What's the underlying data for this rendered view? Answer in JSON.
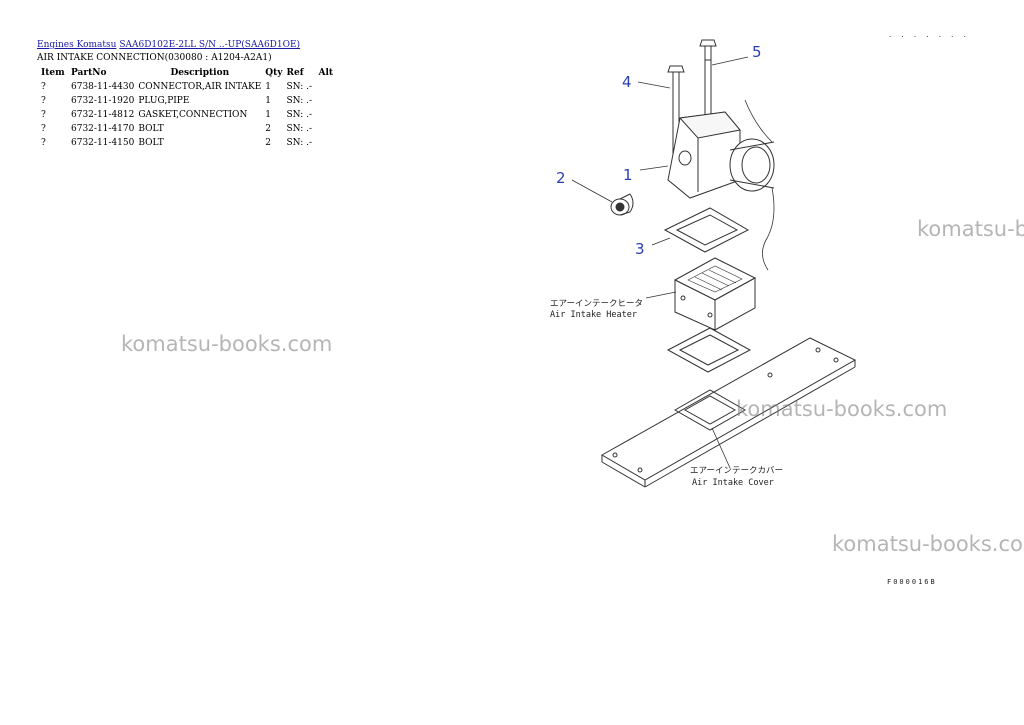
{
  "breadcrumb": {
    "link1": "Engines Komatsu",
    "link2": "SAA6D102E-2LL S/N ..-UP(SAA6D1OE)"
  },
  "subtitle": "AIR INTAKE CONNECTION(030080 : A1204-A2A1)",
  "table": {
    "headers": [
      "Item",
      "PartNo",
      "Description",
      "Qty",
      "Ref",
      "Alt"
    ],
    "rows": [
      [
        "?",
        "6738-11-4430",
        "CONNECTOR,AIR INTAKE",
        "1",
        "SN: .-",
        ""
      ],
      [
        "?",
        "6732-11-1920",
        "PLUG,PIPE",
        "1",
        "SN: .-",
        ""
      ],
      [
        "?",
        "6732-11-4812",
        "GASKET,CONNECTION",
        "1",
        "SN: .-",
        ""
      ],
      [
        "?",
        "6732-11-4170",
        "BOLT",
        "2",
        "SN: .-",
        ""
      ],
      [
        "?",
        "6732-11-4150",
        "BOLT",
        "2",
        "SN: .-",
        ""
      ]
    ]
  },
  "diagram": {
    "callouts": [
      "1",
      "2",
      "3",
      "4",
      "5"
    ],
    "heater_label_jp": "エアーインテークヒータ",
    "heater_label_en": "Air Intake Heater",
    "cover_label_jp": "エアーインテークカバー",
    "cover_label_en": "Air Intake Cover",
    "drawing_code": "F000016B",
    "corner_mark": "· · · · · · ·"
  },
  "watermark": "komatsu-books.com",
  "colors": {
    "link": "#1a1aa6",
    "callout": "#2a3fb5",
    "watermark": "#8a8a8a"
  }
}
